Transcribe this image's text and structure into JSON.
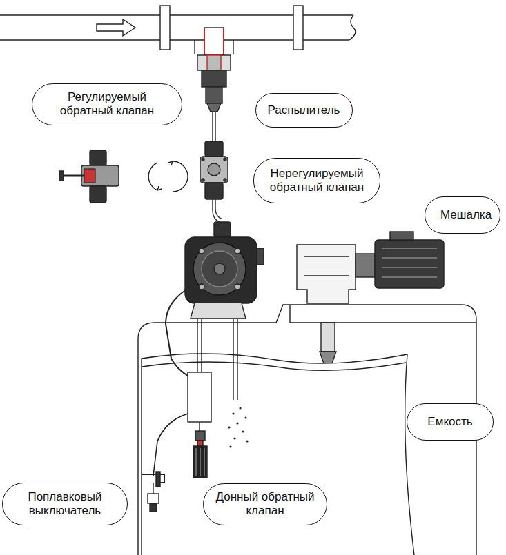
{
  "diagram": {
    "nodes": [
      {
        "text": [
          "Регулируемый обратный клапан"
        ]
      },
      {
        "text": [
          "Распылитель"
        ]
      },
      {
        "text": [
          "Нерегулируемый обратный клапан"
        ]
      },
      {
        "text": [
          "Мешалка"
        ]
      },
      {
        "text": [
          "Емкость"
        ]
      },
      {
        "text": [
          "Поплавковый выключатель"
        ]
      },
      {
        "text": [
          "Донный обратный клапан"
        ]
      }
    ]
  }
}
